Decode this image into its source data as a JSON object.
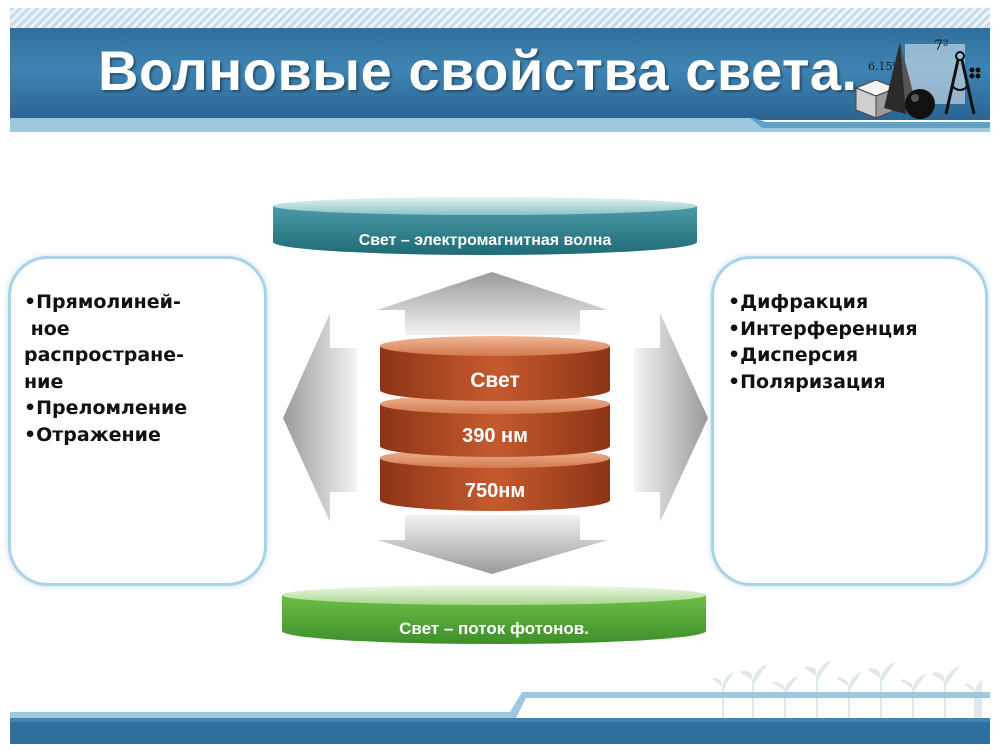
{
  "slide": {
    "title": "Волновые свойства света.",
    "top_label": "Свет – электромагнитная волна",
    "bottom_label": "Свет – поток фотонов.",
    "stack": [
      "Свет",
      "390 нм",
      "750нм"
    ],
    "left_list": [
      "•Прямолиней-",
      " ное",
      "распростране-",
      "ние",
      "•Преломление",
      "•Отражение"
    ],
    "right_list": [
      "•Дифракция",
      "•Интерференция",
      "•Дисперсия",
      "•Поляризация"
    ],
    "logo_text": "6.15%",
    "logo_exponent": "7²"
  },
  "colors": {
    "header_blue": "#2f6f9c",
    "top_disc": "#2f7f8a",
    "bottom_disc": "#4fa83a",
    "stack_disc": "#b04a22",
    "box_border": "#a9d3e6"
  }
}
